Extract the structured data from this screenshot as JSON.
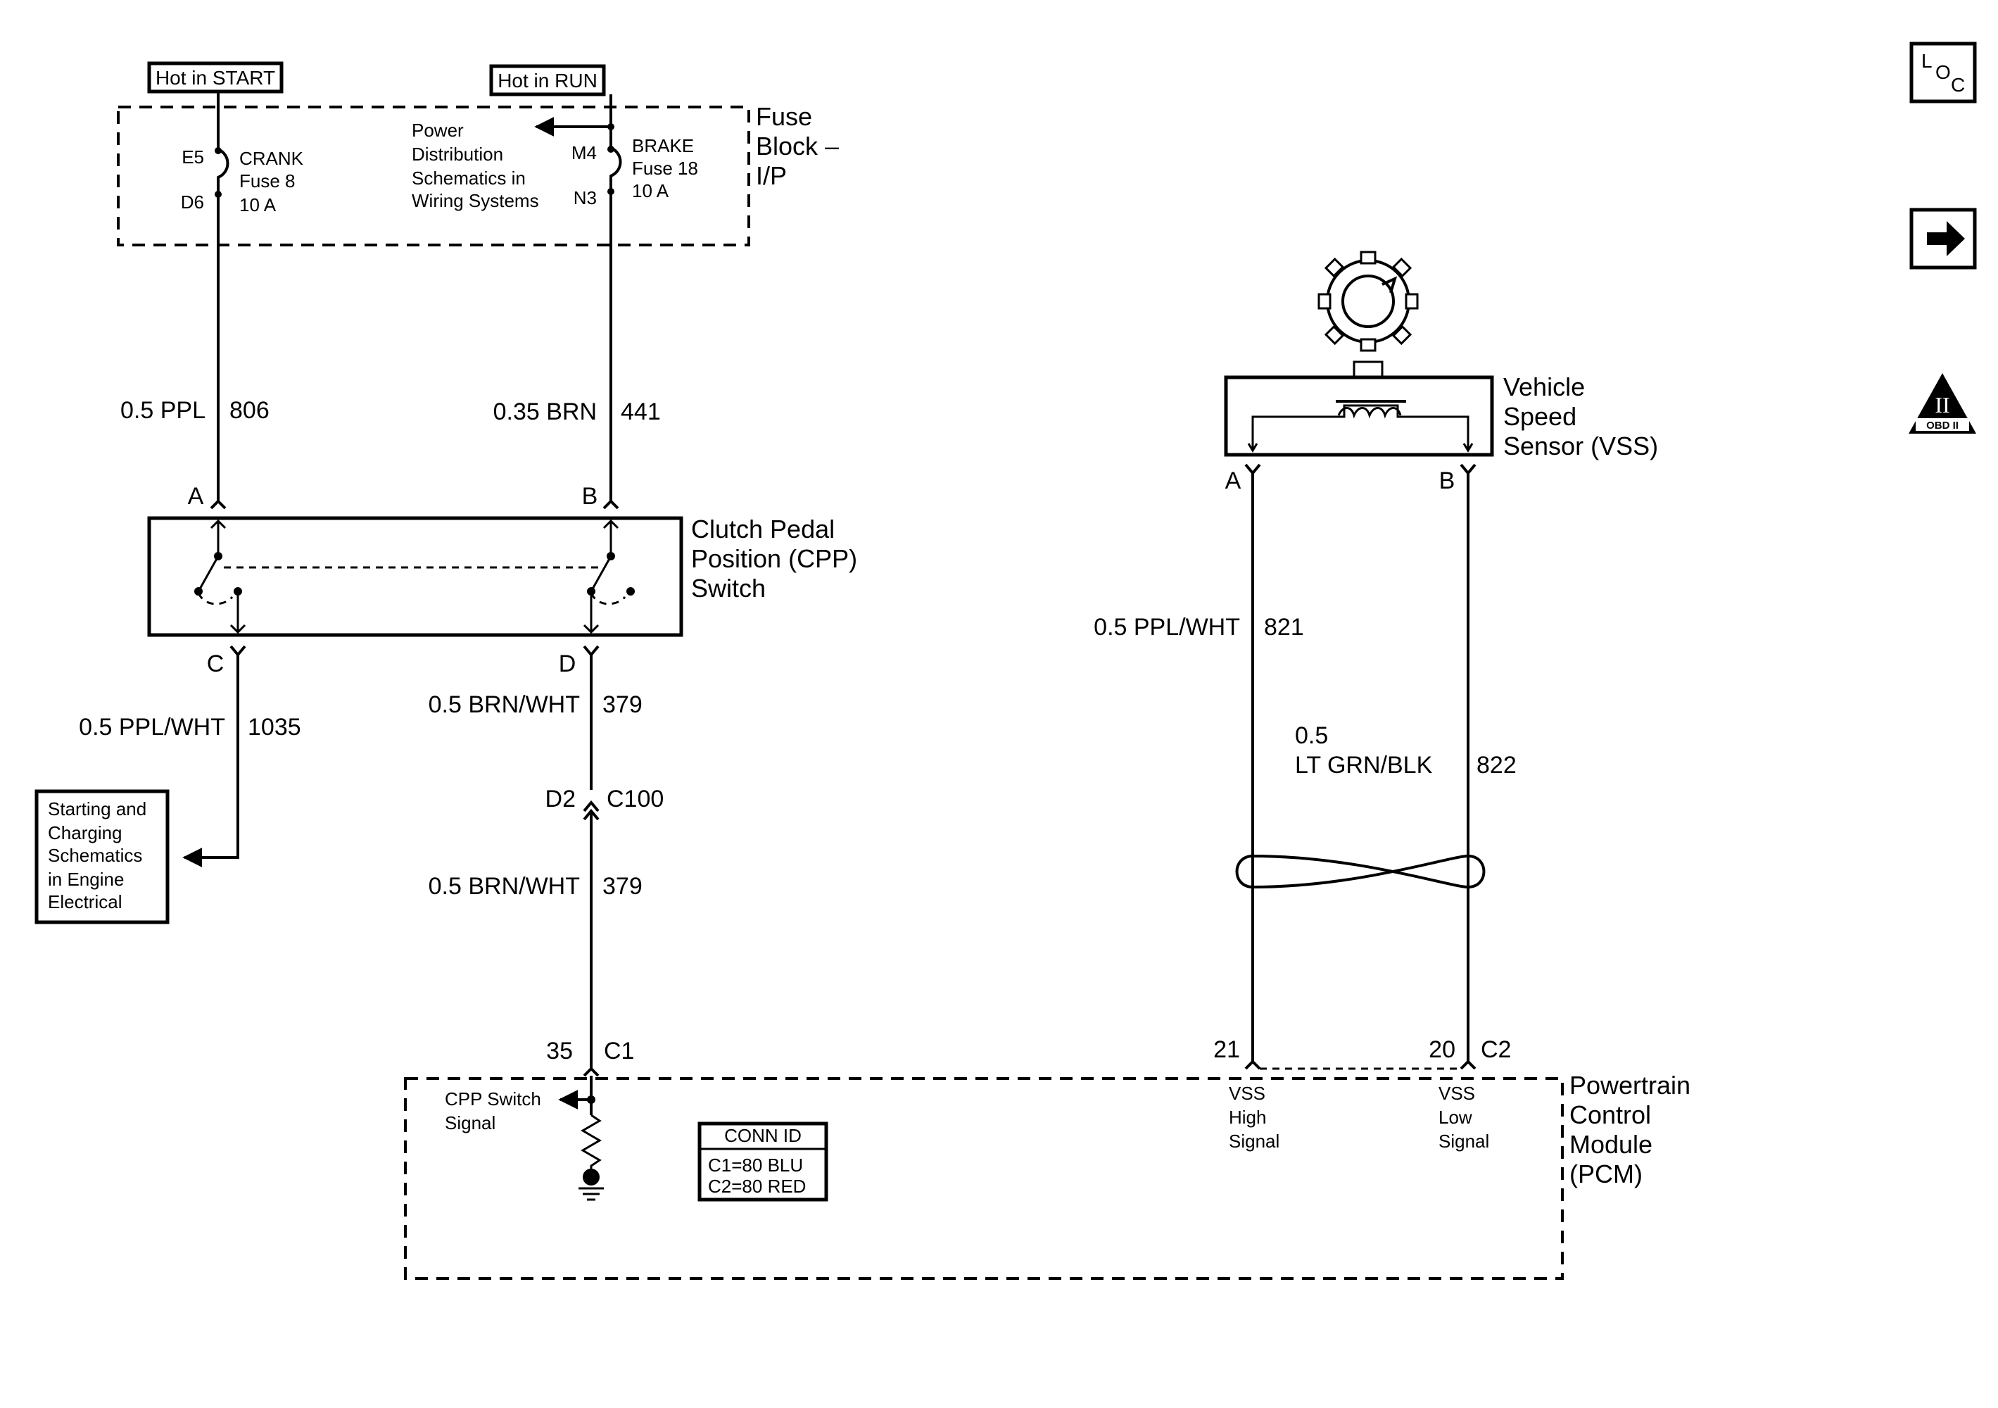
{
  "power": {
    "hot_start": "Hot in START",
    "hot_run": "Hot in RUN"
  },
  "fuse_block": {
    "title_line1": "Fuse",
    "title_line2": "Block –",
    "title_line3": "I/P",
    "crank": {
      "pin_in": "E5",
      "pin_out": "D6",
      "line1": "CRANK",
      "line2": "Fuse 8",
      "line3": "10 A"
    },
    "brake": {
      "pin_in": "M4",
      "pin_out": "N3",
      "line1": "BRAKE",
      "line2": "Fuse 18",
      "line3": "10 A"
    },
    "ref_line1": "Power",
    "ref_line2": "Distribution",
    "ref_line3": "Schematics in",
    "ref_line4": "Wiring Systems"
  },
  "wires": {
    "w806": {
      "gauge_color": "0.5 PPL",
      "circuit": "806"
    },
    "w441": {
      "gauge_color": "0.35 BRN",
      "circuit": "441"
    },
    "w1035": {
      "gauge_color": "0.5 PPL/WHT",
      "circuit": "1035"
    },
    "w379a": {
      "gauge_color": "0.5 BRN/WHT",
      "circuit": "379"
    },
    "w379b": {
      "gauge_color": "0.5 BRN/WHT",
      "circuit": "379"
    },
    "w821": {
      "gauge_color": "0.5 PPL/WHT",
      "circuit": "821"
    },
    "w822": {
      "gauge_line1": "0.5",
      "gauge_line2": "LT GRN/BLK",
      "circuit": "822"
    }
  },
  "cpp_switch": {
    "title_line1": "Clutch Pedal",
    "title_line2": "Position (CPP)",
    "title_line3": "Switch",
    "pin_a": "A",
    "pin_b": "B",
    "pin_c": "C",
    "pin_d": "D"
  },
  "connector_c100": {
    "pin": "D2",
    "name": "C100"
  },
  "starting_ref": {
    "line1": "Starting and",
    "line2": "Charging",
    "line3": "Schematics",
    "line4": "in Engine",
    "line5": "Electrical"
  },
  "vss": {
    "title_line1": "Vehicle",
    "title_line2": "Speed",
    "title_line3": "Sensor (VSS)",
    "pin_a": "A",
    "pin_b": "B"
  },
  "pcm": {
    "title_line1": "Powertrain",
    "title_line2": "Control",
    "title_line3": "Module",
    "title_line4": "(PCM)",
    "pin_35": "35",
    "conn_c1": "C1",
    "pin_21": "21",
    "pin_20": "20",
    "conn_c2": "C2",
    "cpp_sig_line1": "CPP Switch",
    "cpp_sig_line2": "Signal",
    "vss_high_line1": "VSS",
    "vss_high_line2": "High",
    "vss_high_line3": "Signal",
    "vss_low_line1": "VSS",
    "vss_low_line2": "Low",
    "vss_low_line3": "Signal",
    "conn_id_title": "CONN ID",
    "conn_id_c1": "C1=80 BLU",
    "conn_id_c2": "C2=80 RED"
  },
  "side_icons": {
    "loc_l": "L",
    "loc_o": "O",
    "loc_c": "C",
    "obd_numeral": "II",
    "obd_label": "OBD II"
  }
}
